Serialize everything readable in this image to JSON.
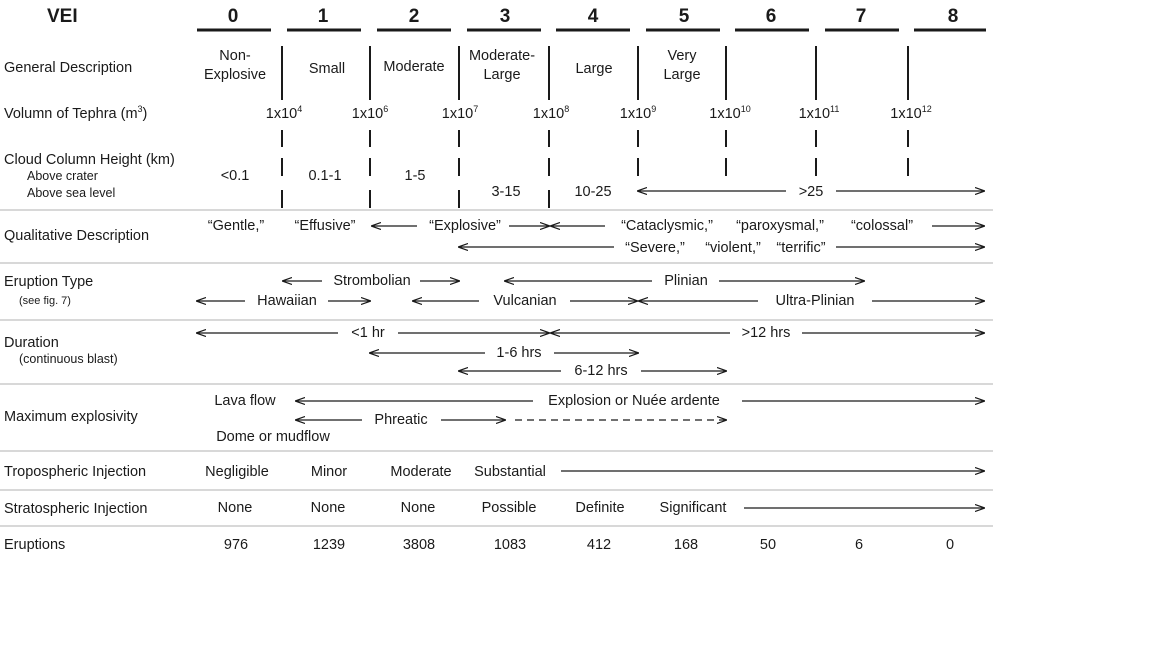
{
  "header": {
    "title": "VEI",
    "columns": [
      "0",
      "1",
      "2",
      "3",
      "4",
      "5",
      "6",
      "7",
      "8"
    ]
  },
  "rows": {
    "general_description": {
      "label": "General Description",
      "values": [
        "Non-\nExplosive",
        "Small",
        "Moderate",
        "Moderate-\nLarge",
        "Large",
        "Very\nLarge"
      ]
    },
    "tephra_volume": {
      "label_base": "Volumn of Tephra (m",
      "label_exp": "3",
      "label_end": ")",
      "base": "1x10",
      "exponents": [
        "4",
        "6",
        "7",
        "8",
        "9",
        "10",
        "11",
        "12"
      ]
    },
    "cloud_column": {
      "label": "Cloud Column Height (km)",
      "sub1": "Above crater",
      "sub2": "Above sea level",
      "crater_values": [
        "<0.1",
        "0.1-1",
        "1-5"
      ],
      "sea_values": [
        "3-15",
        "10-25",
        ">25"
      ]
    },
    "qualitative": {
      "label": "Qualitative Description",
      "gentle": "“Gentle,”",
      "effusive": "“Effusive”",
      "explosive": "“Explosive”",
      "cataclysmic": "“Cataclysmic,”",
      "paroxysmal": "“paroxysmal,”",
      "colossal": "“colossal”",
      "severe": "“Severe,”",
      "violent": "“violent,”",
      "terrific": "“terrific”"
    },
    "eruption_type": {
      "label": "Eruption Type",
      "sublabel": "(see fig. 7)",
      "strombolian": "Strombolian",
      "plinian": "Plinian",
      "hawaiian": "Hawaiian",
      "vulcanian": "Vulcanian",
      "ultra_plinian": "Ultra-Plinian"
    },
    "duration": {
      "label": "Duration",
      "sublabel": "(continuous blast)",
      "lt1hr": "<1 hr",
      "gt12hrs": ">12 hrs",
      "h1_6": "1-6 hrs",
      "h6_12": "6-12 hrs"
    },
    "max_explosivity": {
      "label": "Maximum explosivity",
      "lava": "Lava flow",
      "explosion": "Explosion or Nuée ardente",
      "phreatic": "Phreatic",
      "dome": "Dome or mudflow"
    },
    "tropospheric": {
      "label": "Tropospheric Injection",
      "values": [
        "Negligible",
        "Minor",
        "Moderate",
        "Substantial"
      ]
    },
    "stratospheric": {
      "label": "Stratospheric Injection",
      "values": [
        "None",
        "None",
        "None",
        "Possible",
        "Definite",
        "Significant"
      ]
    },
    "eruptions": {
      "label": "Eruptions",
      "values": [
        "976",
        "1239",
        "3808",
        "1083",
        "412",
        "168",
        "50",
        "6",
        "0"
      ]
    }
  },
  "colors": {
    "text": "#1a1a1a",
    "rule": "#cccccc",
    "line": "#1a1a1a"
  }
}
